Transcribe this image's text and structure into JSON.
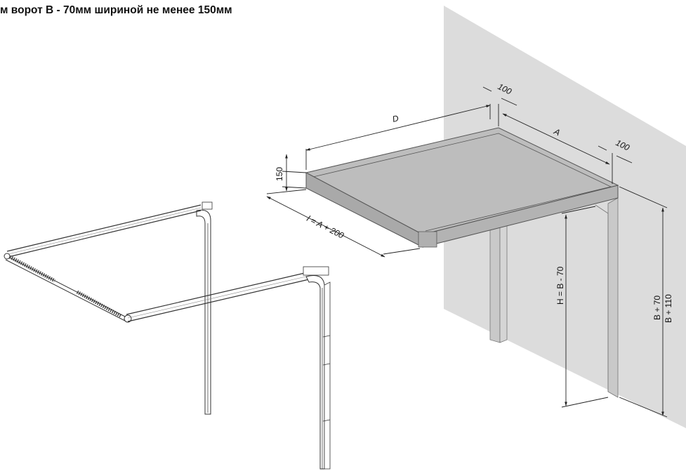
{
  "caption": "м ворот B - 70мм шириной не менее 150мм",
  "dimensions": {
    "depth": "D",
    "width": "A",
    "side_left": "100",
    "side_right": "100",
    "header_thickness": "150",
    "length": "l = A + 200",
    "door_height": "H = B - 70",
    "height_1": "B + 70",
    "height_2": "B + 110"
  },
  "colors": {
    "wall": "#dcdcdc",
    "panel": "#bdbdbd",
    "panel_edge": "#a9a9a9",
    "line": "#333333"
  }
}
